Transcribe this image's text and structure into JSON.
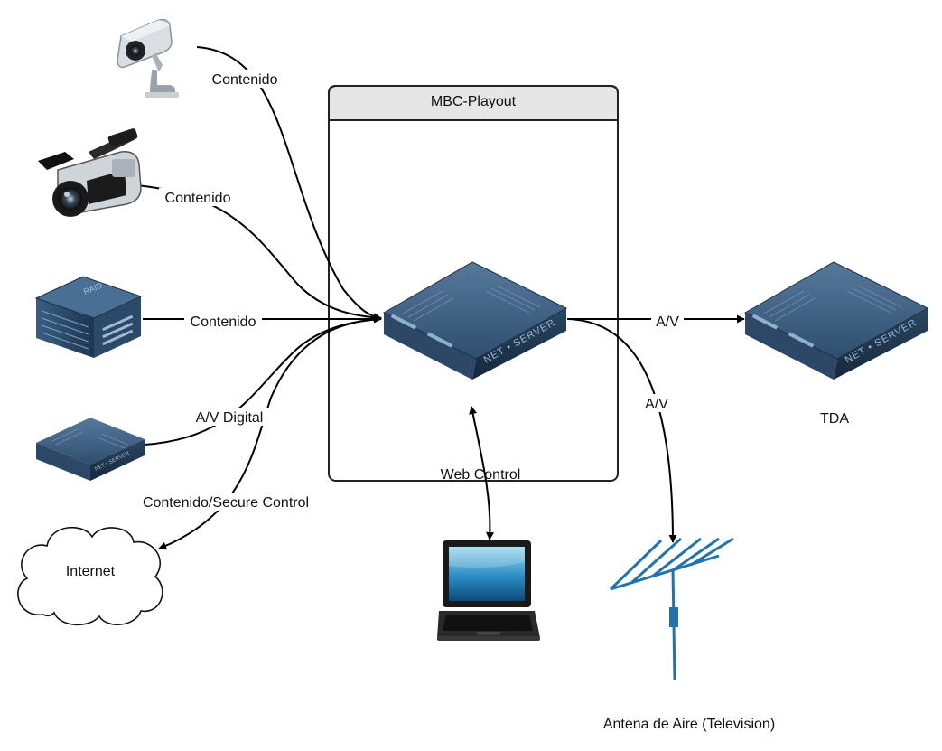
{
  "container": {
    "title": "MBC-Playout"
  },
  "nodes": {
    "security_camera": {
      "icon": "security-camera-icon"
    },
    "video_camera": {
      "icon": "video-camera-icon"
    },
    "raid": {
      "icon": "raid-storage-icon",
      "label": "RAID"
    },
    "small_server": {
      "icon": "rack-server-icon"
    },
    "internet": {
      "icon": "cloud-icon",
      "label": "Internet"
    },
    "playout_server": {
      "icon": "rack-server-icon"
    },
    "tda": {
      "icon": "rack-server-icon",
      "label": "TDA"
    },
    "laptop": {
      "icon": "laptop-icon"
    },
    "antenna": {
      "icon": "antenna-icon",
      "label": "Antena de Aire (Television)"
    }
  },
  "server_label": "NET • SERVER",
  "edges": [
    {
      "from": "security_camera",
      "to": "playout_server",
      "label": "Contenido"
    },
    {
      "from": "video_camera",
      "to": "playout_server",
      "label": "Contenido"
    },
    {
      "from": "raid",
      "to": "playout_server",
      "label": "Contenido"
    },
    {
      "from": "small_server",
      "to": "playout_server",
      "label": "A/V Digital"
    },
    {
      "from": "playout_server",
      "to": "internet",
      "label": "Contenido/Secure Control"
    },
    {
      "from": "playout_server",
      "to": "tda",
      "label": "A/V"
    },
    {
      "from": "playout_server",
      "to": "antenna",
      "label": "A/V"
    },
    {
      "from": "playout_server",
      "to": "laptop",
      "label": "Web Control"
    }
  ],
  "colors": {
    "server_top": "#3d5f82",
    "server_front": "#213a54",
    "antenna": "#1f74b0",
    "container_header": "#e6e6e6"
  }
}
